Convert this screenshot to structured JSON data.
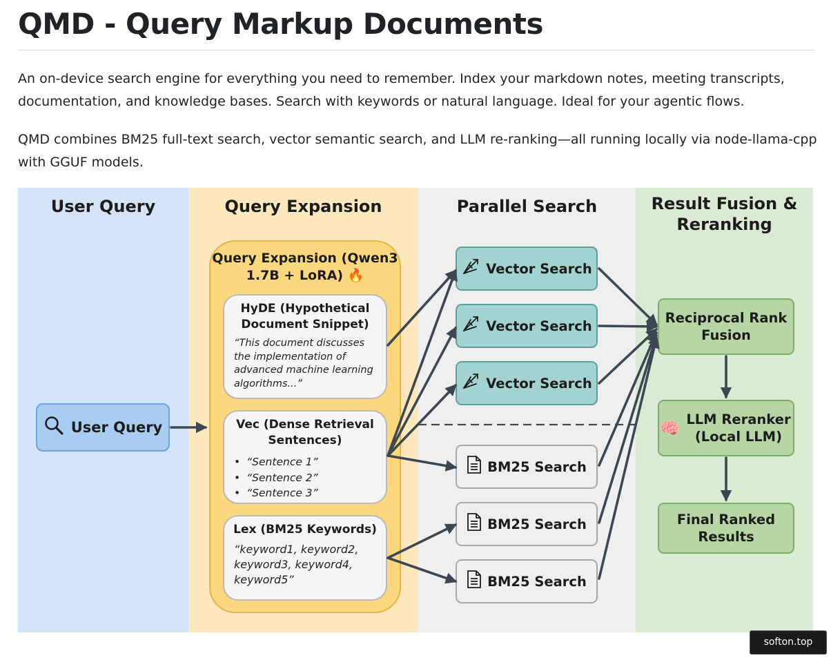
{
  "title": "QMD - Query Markup Documents",
  "paragraphs": [
    "An on-device search engine for everything you need to remember. Index your markdown notes, meeting transcripts, documentation, and knowledge bases. Search with keywords or natural language. Ideal for your agentic flows.",
    "QMD combines BM25 full-text search, vector semantic search, and LLM re-ranking—all running locally via node-llama-cpp with GGUF models."
  ],
  "diagram": {
    "columns": {
      "user": "User Query",
      "expansion": "Query Expansion",
      "parallel": "Parallel Search",
      "fusion": "Result Fusion & Reranking"
    },
    "user_query_box": {
      "label": "User Query",
      "icon": "magnifier-icon"
    },
    "expansion_group": {
      "title": "Query Expansion (Qwen3 1.7B + LoRA) 🔥",
      "hyde": {
        "title": "HyDE (Hypothetical Document Snippet)",
        "text": "“This document discusses the implementation of advanced machine learning algorithms...”"
      },
      "vec": {
        "title": "Vec (Dense Retrieval Sentences)",
        "items": [
          "“Sentence 1”",
          "“Sentence 2”",
          "“Sentence 3”"
        ]
      },
      "lex": {
        "title": "Lex (BM25 Keywords)",
        "text": "“keyword1, keyword2, keyword3, keyword4, keyword5”"
      }
    },
    "vector_searches": [
      "Vector Search",
      "Vector Search",
      "Vector Search"
    ],
    "bm25_searches": [
      "BM25 Search",
      "BM25 Search",
      "BM25 Search"
    ],
    "rrf": "Reciprocal Rank Fusion",
    "reranker": {
      "label": "LLM Reranker (Local LLM)",
      "icon": "🧠"
    },
    "final": "Final Ranked Results",
    "colors": {
      "user_bg": "#d3e4f6",
      "expansion_bg": "#fde8bd",
      "parallel_bg": "#efefef",
      "fusion_bg": "#d9ebd3",
      "vector_box": "#a3d3d1",
      "green_box": "#b5d7a5",
      "arrow": "#3d4754"
    }
  },
  "watermark": "softon.top"
}
